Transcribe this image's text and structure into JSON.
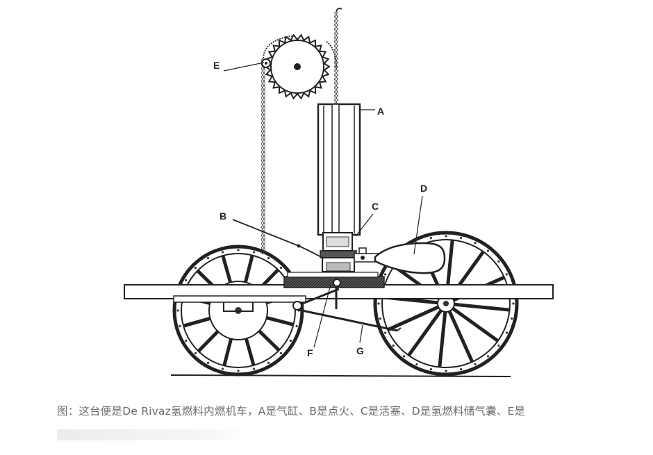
{
  "diagram": {
    "labels": {
      "A": "A",
      "B": "B",
      "C": "C",
      "D": "D",
      "E": "E",
      "F": "F",
      "G": "G"
    }
  },
  "caption": "图：这台便是De Rivaz氢燃料内燃机车，A是气缸、B是点火、C是活塞、D是氢燃料储气囊、E是"
}
